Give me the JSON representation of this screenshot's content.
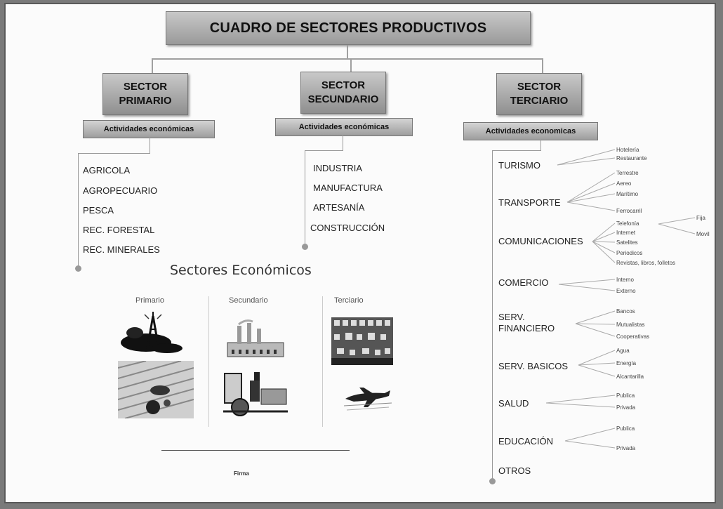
{
  "title": "CUADRO DE SECTORES PRODUCTIVOS",
  "sectors": {
    "primario": {
      "label": "SECTOR\nPRIMARIO",
      "activities_label": "Actividades económicas",
      "items": [
        "AGRICOLA",
        "AGROPECUARIO",
        "PESCA",
        "REC. FORESTAL",
        "REC. MINERALES"
      ]
    },
    "secundario": {
      "label": "SECTOR\nSECUNDARIO",
      "activities_label": "Actividades económicas",
      "items": [
        "INDUSTRIA",
        "MANUFACTURA",
        "ARTESANÍA",
        "CONSTRUCCIÓN"
      ]
    },
    "terciario": {
      "label": "SECTOR\nTERCIARIO",
      "activities_label": "Actividades economicas",
      "items": [
        {
          "label": "TURISMO",
          "subs": [
            "Hotelería",
            "Restaurante"
          ]
        },
        {
          "label": "TRANSPORTE",
          "subs": [
            "Terrestre",
            "Aereo",
            "Marítimo",
            "Ferrocarril"
          ]
        },
        {
          "label": "COMUNICACIONES",
          "subs": [
            "Telefonía",
            "Internet",
            "Satelites",
            "Periodicos",
            "Revistas, libros, folletos"
          ],
          "telefonia_subs": [
            "Fija",
            "Movil"
          ]
        },
        {
          "label": "COMERCIO",
          "subs": [
            "Interno",
            "Externo"
          ]
        },
        {
          "label_lines": [
            "SERV.",
            "FINANCIERO"
          ],
          "subs": [
            "Bancos",
            "Mutualistas",
            "Cooperativas"
          ]
        },
        {
          "label": "SERV. BASICOS",
          "subs": [
            "Agua",
            "Energía",
            "Alcantarilla"
          ]
        },
        {
          "label": "SALUD",
          "subs": [
            "Publica",
            "Privada"
          ]
        },
        {
          "label": "EDUCACIÓN",
          "subs": [
            "Publica",
            "Privada"
          ]
        },
        {
          "label": "OTROS"
        }
      ]
    }
  },
  "economic_sectors": {
    "title": "Sectores Económicos",
    "columns": [
      "Primario",
      "Secundario",
      "Terciario"
    ]
  },
  "signature_label": "Firma"
}
